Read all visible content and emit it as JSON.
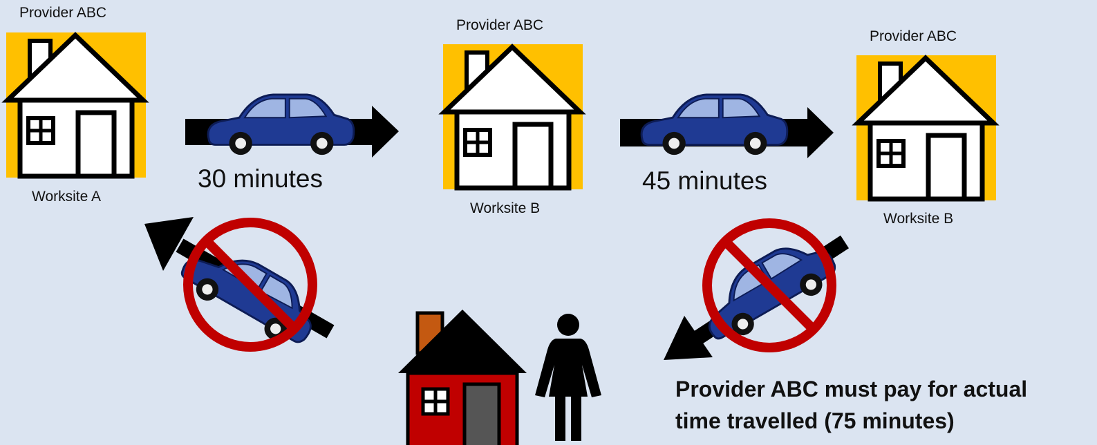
{
  "sites": [
    {
      "provider": "Provider ABC",
      "worksite": "Worksite A"
    },
    {
      "provider": "Provider ABC",
      "worksite": "Worksite B"
    },
    {
      "provider": "Provider ABC",
      "worksite": "Worksite B"
    }
  ],
  "trips": [
    {
      "duration": "30 minutes"
    },
    {
      "duration": "45 minutes"
    }
  ],
  "note": {
    "line1": "Provider ABC must pay for actual",
    "line2": "time travelled (75 minutes)"
  },
  "colors": {
    "background": "#dbe4f1",
    "house_backdrop": "#ffc000",
    "car_body": "#1f3a93",
    "prohibited": "#c00000",
    "home_house": "#c00000"
  }
}
